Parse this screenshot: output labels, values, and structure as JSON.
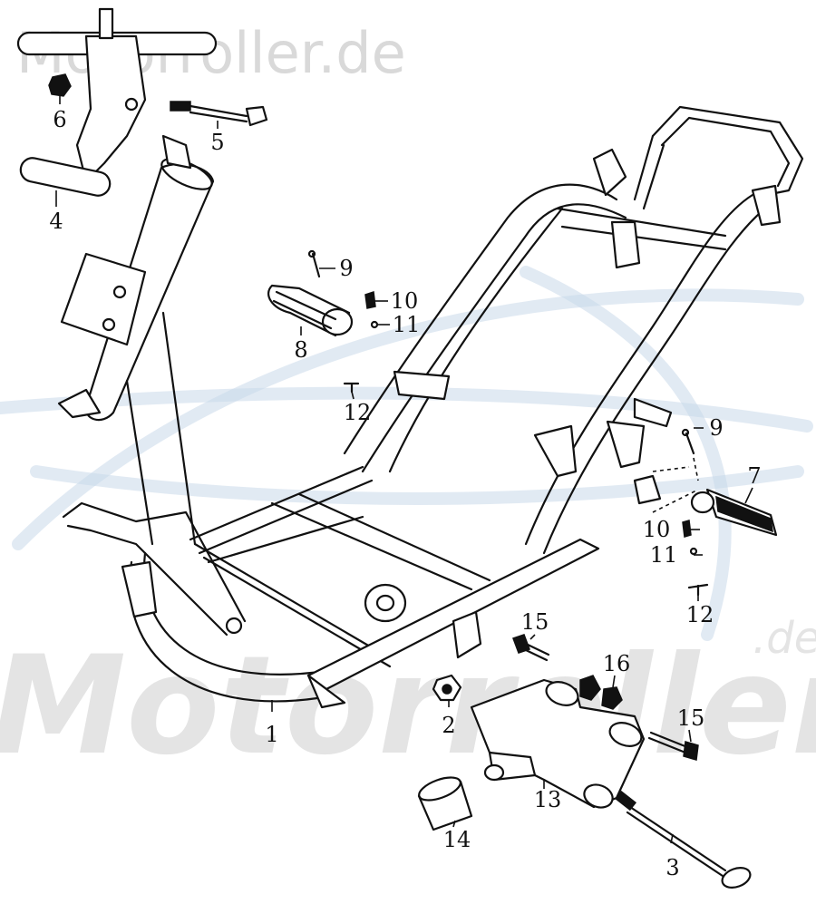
{
  "watermarks": {
    "top": "Motorroller.de",
    "big": "Motorroller",
    "suffix": ".de"
  },
  "callouts": {
    "c1": "1",
    "c2": "2",
    "c3": "3",
    "c4": "4",
    "c5": "5",
    "c6": "6",
    "c7": "7",
    "c8": "8",
    "c9a": "9",
    "c9b": "9",
    "c10a": "10",
    "c10b": "10",
    "c11a": "11",
    "c11b": "11",
    "c12a": "12",
    "c12b": "12",
    "c13": "13",
    "c14": "14",
    "c15a": "15",
    "c15b": "15",
    "c16": "16"
  }
}
